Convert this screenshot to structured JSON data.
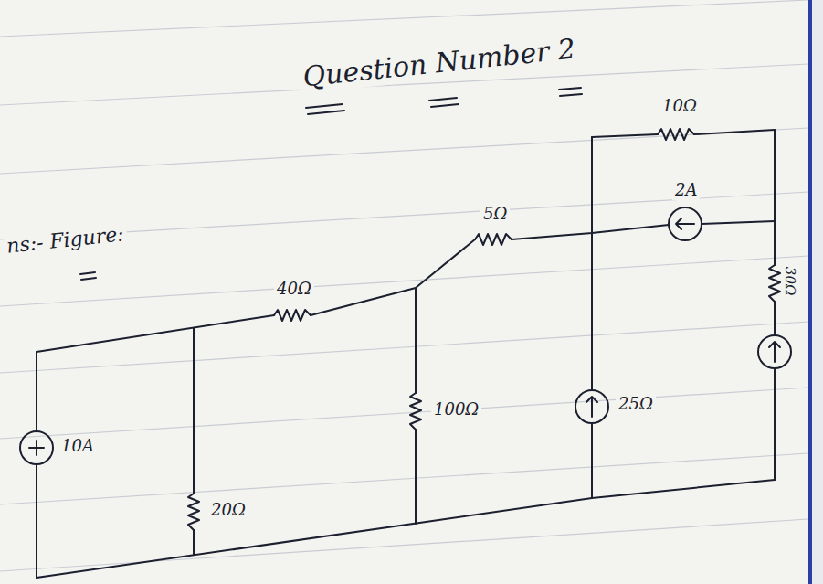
{
  "diagram": {
    "title": "Question Number 2",
    "labels": [
      "ns:- Figure:",
      "10Ω",
      "2A",
      "5Ω",
      "40Ω",
      "10A",
      "20Ω",
      "100Ω",
      "25Ω",
      "30Ω"
    ]
  }
}
